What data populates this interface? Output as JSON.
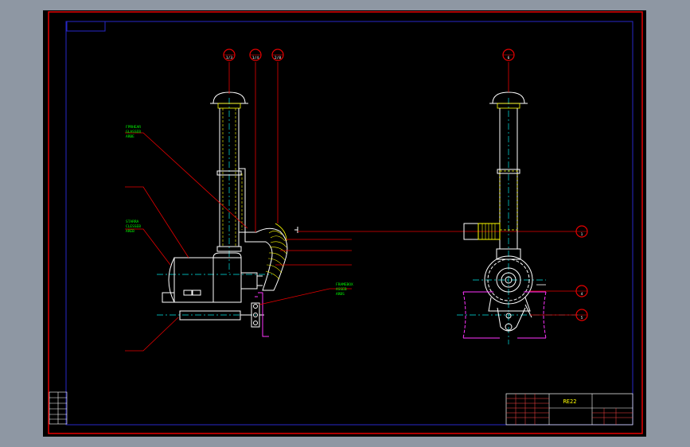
{
  "drawing": {
    "title_block_name": "RE22",
    "callouts": {
      "left_1": "1/3",
      "left_2": "1/4",
      "left_3": "2/8",
      "right_top": "6",
      "right_mid": "1",
      "right_lower": "4",
      "right_bottom": "5"
    },
    "notes": {
      "note_a": [
        "FPRHEAR",
        "GLASSEB",
        "ARBE"
      ],
      "note_b": [
        "STARRA",
        "CLESSEB",
        "AREB"
      ],
      "note_c": [
        "FRAMEBOX",
        "ASSEB",
        "ARBS"
      ]
    },
    "colors": {
      "background": "#000000",
      "frame": "#e60000",
      "border": "#2727c8",
      "outline": "#ffffff",
      "hidden": "#ffff00",
      "center": "#00e5e5",
      "note": "#00ff00",
      "mount": "#ff33ff"
    }
  }
}
